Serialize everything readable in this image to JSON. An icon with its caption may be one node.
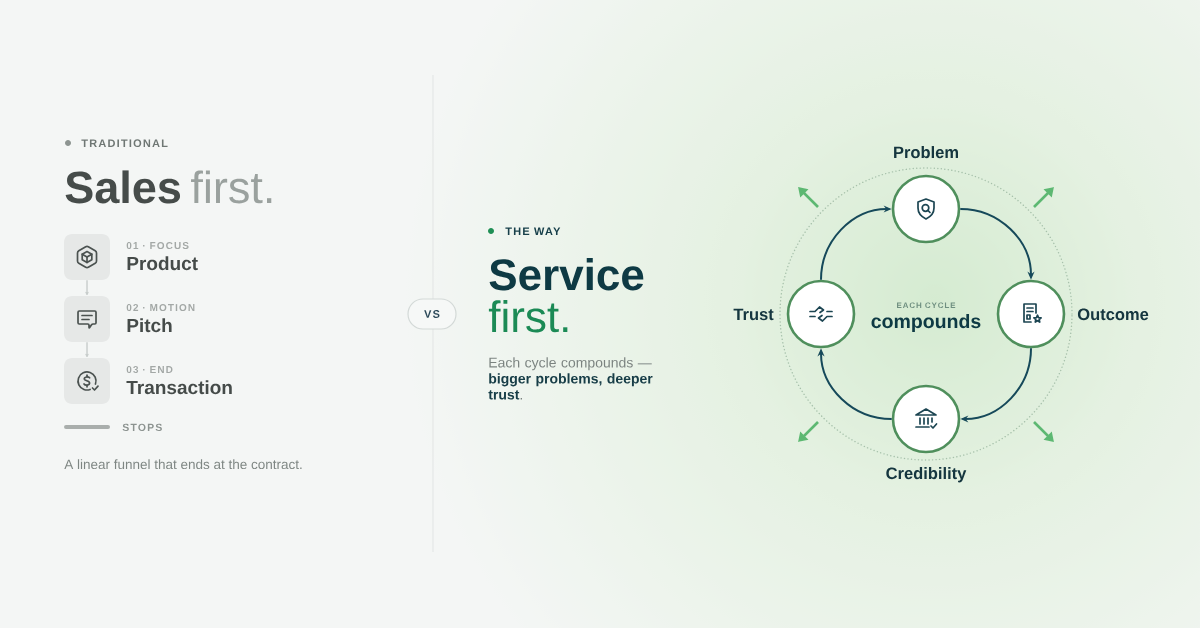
{
  "diagram": {
    "nodes": [
      {
        "text": [
          "01 · FOCUS",
          "Product"
        ]
      },
      {
        "text": [
          "02 · MOTION",
          "Pitch"
        ]
      },
      {
        "text": [
          "03 · END",
          "Transaction"
        ]
      },
      {
        "text": [
          "VS"
        ]
      },
      {
        "text": [
          "Problem"
        ]
      },
      {
        "text": [
          "Outcome"
        ]
      },
      {
        "text": [
          "Credibility"
        ]
      },
      {
        "text": [
          "Trust"
        ]
      }
    ],
    "edges": [
      {
        "from": 0,
        "to": 1,
        "arrow": "to",
        "color": "#c4c9c7"
      },
      {
        "from": 1,
        "to": 2,
        "arrow": "to",
        "color": "#c4c9c7"
      },
      {
        "from": 4,
        "to": 5,
        "arrow": "to"
      },
      {
        "from": 5,
        "to": 6,
        "arrow": "to"
      },
      {
        "from": 6,
        "to": 7,
        "arrow": "to"
      },
      {
        "from": 7,
        "to": 4,
        "arrow": "to"
      }
    ],
    "labels": [
      "TRADITIONAL",
      "Sales",
      "first.",
      "STOPS",
      "A linear funnel that ends at the contract.",
      "THE WAY",
      "Service",
      "first.",
      "Each cycle compounds — **bigger problems, deeper trust**.",
      "EACH CYCLE",
      "compounds"
    ]
  }
}
